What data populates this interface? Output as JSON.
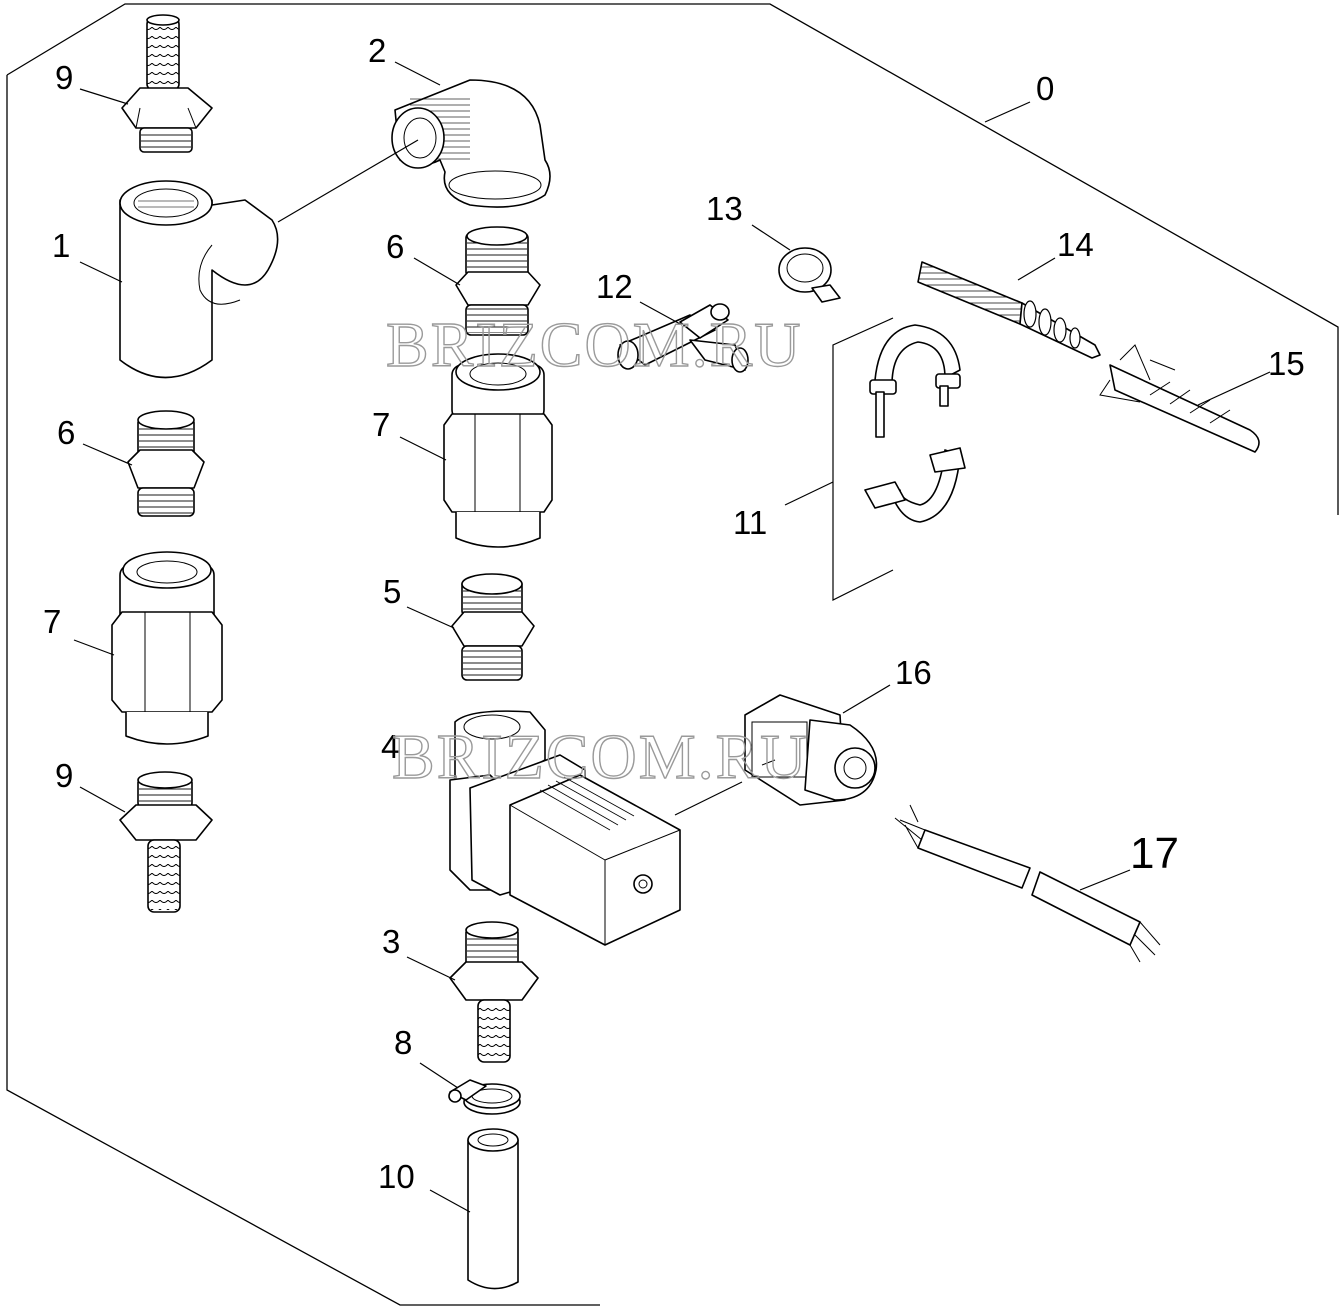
{
  "diagram": {
    "watermarks": [
      "BRIZCOM.RU",
      "BRIZCOM.RU"
    ],
    "callouts": {
      "c0": "0",
      "c1": "1",
      "c2": "2",
      "c3": "3",
      "c4": "4",
      "c5": "5",
      "c6a": "6",
      "c6b": "6",
      "c7a": "7",
      "c7b": "7",
      "c8": "8",
      "c9a": "9",
      "c9b": "9",
      "c10": "10",
      "c11": "11",
      "c12": "12",
      "c13": "13",
      "c14": "14",
      "c15": "15",
      "c16": "16",
      "c17": "17"
    }
  }
}
